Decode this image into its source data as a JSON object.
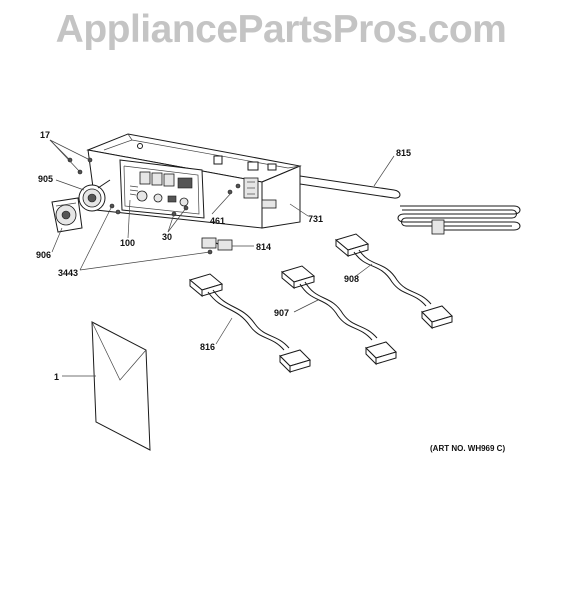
{
  "watermark": {
    "text": "AppliancePartsPros.com"
  },
  "callouts": [
    {
      "id": "17",
      "text": "17"
    },
    {
      "id": "905",
      "text": "905"
    },
    {
      "id": "906",
      "text": "906"
    },
    {
      "id": "100",
      "text": "100"
    },
    {
      "id": "30",
      "text": "30"
    },
    {
      "id": "461",
      "text": "461"
    },
    {
      "id": "731",
      "text": "731"
    },
    {
      "id": "815",
      "text": "815"
    },
    {
      "id": "814",
      "text": "814"
    },
    {
      "id": "3443",
      "text": "3443"
    },
    {
      "id": "908",
      "text": "908"
    },
    {
      "id": "907",
      "text": "907"
    },
    {
      "id": "816",
      "text": "816"
    },
    {
      "id": "1",
      "text": "1"
    }
  ],
  "art_number": "(ART NO. WH969 C)"
}
